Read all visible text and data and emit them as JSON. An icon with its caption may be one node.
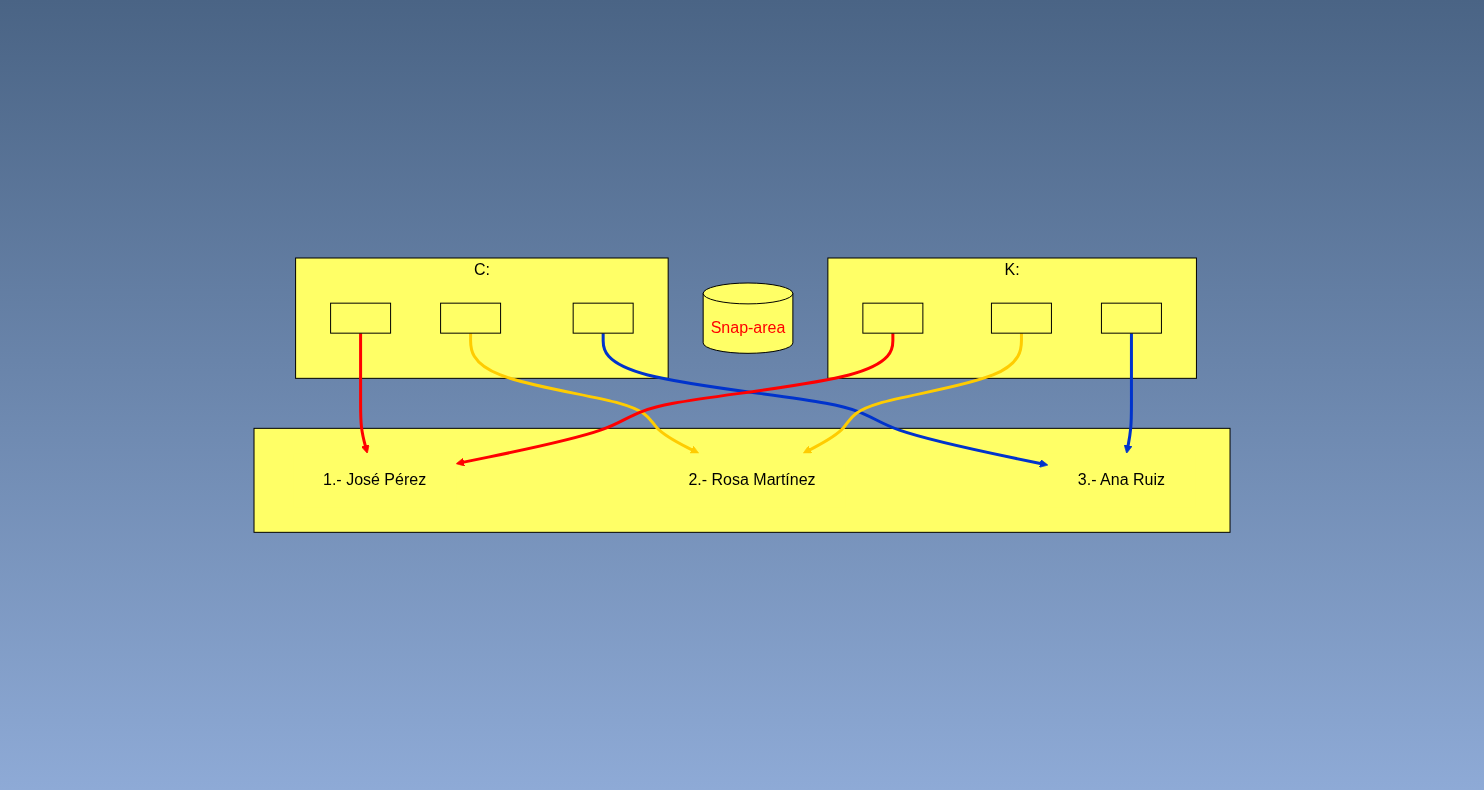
{
  "diagram": {
    "nodes": [
      {
        "text": [
          "C:"
        ]
      },
      {
        "text": [],
        "shape": "box",
        "in": 0
      },
      {
        "text": [],
        "shape": "box",
        "in": 0
      },
      {
        "text": [],
        "shape": "box",
        "in": 0
      },
      {
        "text": [
          "K:"
        ]
      },
      {
        "text": [],
        "shape": "box",
        "in": 4
      },
      {
        "text": [],
        "shape": "box",
        "in": 4
      },
      {
        "text": [],
        "shape": "box",
        "in": 4
      },
      {
        "text": [],
        "shape": "cylinder"
      },
      {
        "text": [
          "1.- José Pérez"
        ],
        "in": 8
      },
      {
        "text": [
          "2.- Rosa Martínez"
        ],
        "in": 8
      },
      {
        "text": [
          "3.- Ana Ruiz"
        ],
        "in": 8
      },
      {
        "text": [
          "Snap-area"
        ]
      }
    ],
    "edges": [
      {
        "from": 1,
        "to": 9,
        "arrow": "to",
        "color": "#ff0000"
      },
      {
        "from": 2,
        "to": 10,
        "arrow": "to",
        "color": "#ffcc00"
      },
      {
        "from": 3,
        "to": 11,
        "arrow": "to",
        "color": "#0033cc"
      },
      {
        "from": 5,
        "to": 9,
        "arrow": "to",
        "color": "#ff0000"
      },
      {
        "from": 6,
        "to": 10,
        "arrow": "to",
        "color": "#ffcc00"
      },
      {
        "from": 7,
        "to": 11,
        "arrow": "to",
        "color": "#0033cc"
      }
    ]
  }
}
